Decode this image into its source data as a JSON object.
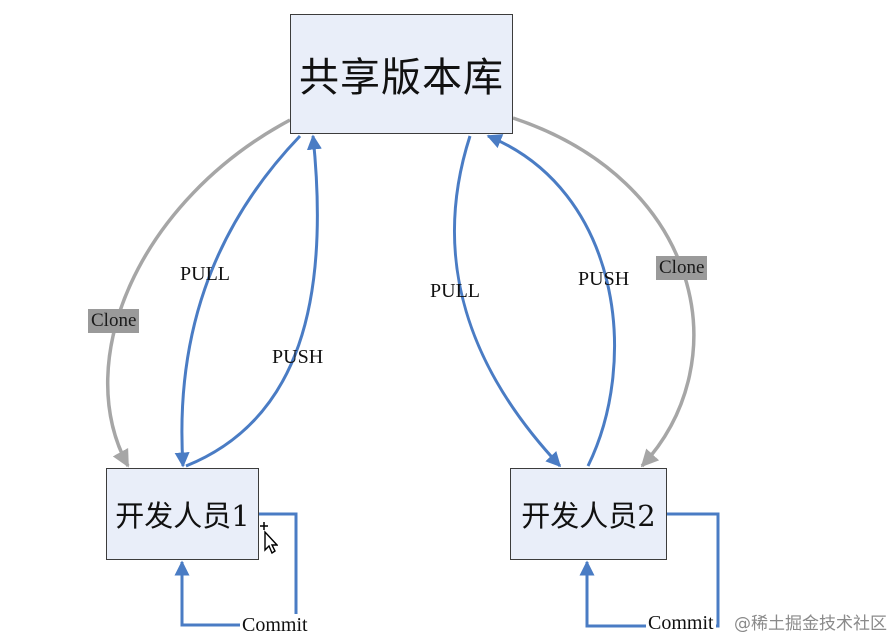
{
  "nodes": {
    "repo": "共享版本库",
    "dev1": "开发人员1",
    "dev2": "开发人员2"
  },
  "edges": {
    "clone_left": "Clone",
    "clone_right": "Clone",
    "pull_left": "PULL",
    "push_left": "PUSH",
    "pull_right": "PULL",
    "push_right": "PUSH",
    "commit_left": "Commit",
    "commit_right": "Commit"
  },
  "watermark": "@稀土掘金技术社区",
  "colors": {
    "blue_arrow": "#4a7cc4",
    "gray_arrow": "#a6a6a6",
    "box_fill": "#e9eef9",
    "box_border": "#3c3c3c",
    "tag_fill": "#9a9a9a"
  }
}
